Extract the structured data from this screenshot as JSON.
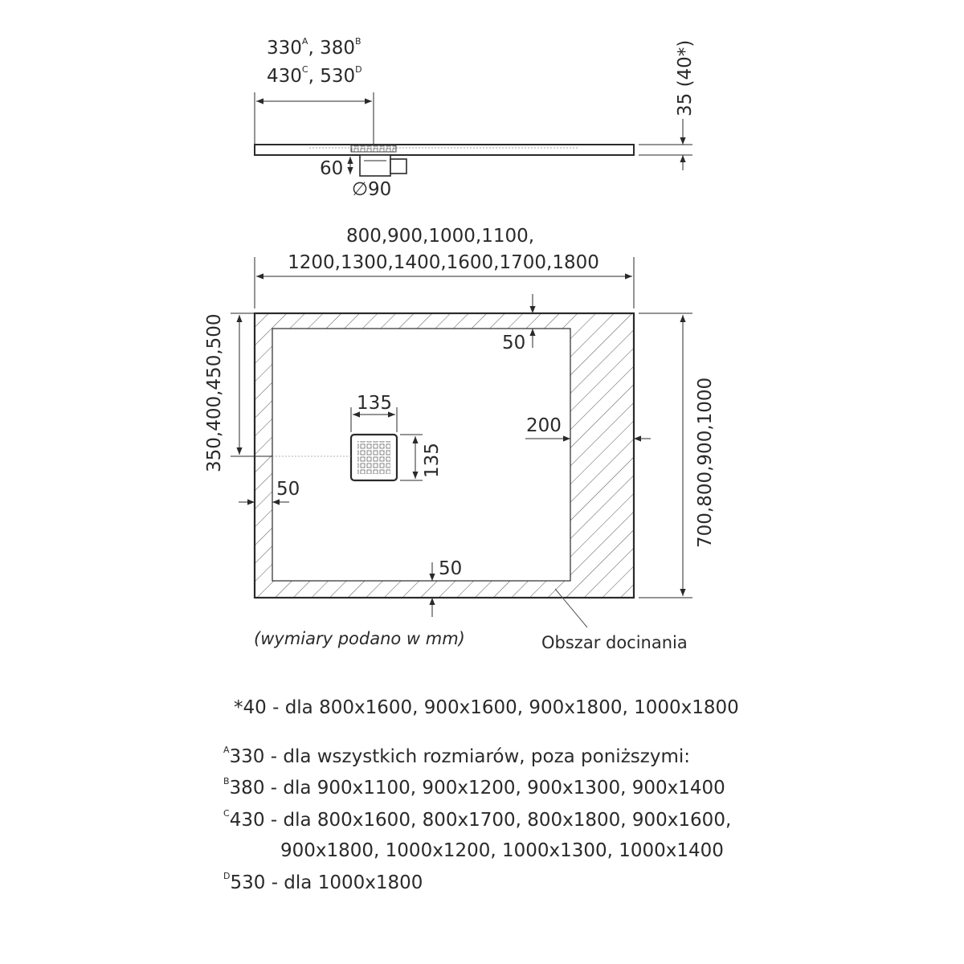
{
  "top_view": {
    "offset_line1": [
      "330",
      "A",
      ", 380",
      "B"
    ],
    "offset_line2": [
      "430",
      "C",
      ", 530",
      "D"
    ],
    "height_label": "35 (40*)",
    "drain_height": "60",
    "drain_diameter": "∅90"
  },
  "plan_view": {
    "length_line1": "800,900,1000,1100,",
    "length_line2": "1200,1300,1400,1600,1700,1800",
    "width_label": "700,800,900,1000",
    "drain_position": "350,400,450,500",
    "top_margin": "50",
    "left_margin": "50",
    "bottom_margin": "50",
    "trim_width": "200",
    "drain_width": "135",
    "drain_depth": "135",
    "units_note": "(wymiary podano w mm)",
    "trim_area_label": "Obszar docinania"
  },
  "notes": {
    "star_note": "*40 - dla 800x1600, 900x1600, 900x1800, 1000x1800",
    "lines": [
      {
        "sup": "A",
        "text": "330 - dla wszystkich rozmiarów, poza poniższymi:"
      },
      {
        "sup": "B",
        "text": "380 - dla 900x1100, 900x1200, 900x1300, 900x1400"
      },
      {
        "sup": "C",
        "text": "430 - dla 800x1600, 800x1700, 800x1800, 900x1600,"
      },
      {
        "sup": "",
        "text": "900x1800, 1000x1200, 1000x1300, 1000x1400"
      },
      {
        "sup": "D",
        "text": "530 - dla 1000x1800"
      }
    ]
  },
  "colors": {
    "line": "#2a2a2a",
    "background": "#ffffff"
  }
}
